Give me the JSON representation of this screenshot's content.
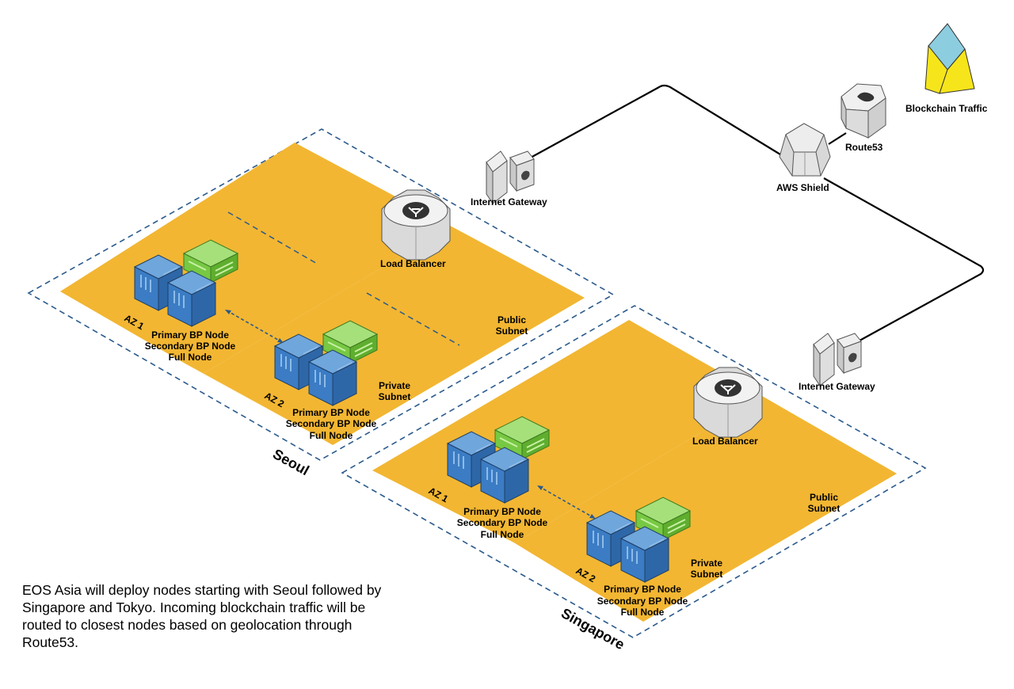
{
  "legend": {
    "label": "Blockchain Traffic"
  },
  "edge": {
    "route53": "Route53",
    "shield": "AWS Shield",
    "igw_seoul": "Internet Gateway",
    "igw_singapore": "Internet Gateway"
  },
  "regions": [
    {
      "name": "Seoul",
      "load_balancer": "Load Balancer",
      "public_subnet": [
        "Public",
        "Subnet"
      ],
      "private_subnet": [
        "Private",
        "Subnet"
      ],
      "az1": {
        "label": "AZ 1",
        "nodes": [
          "Primary BP Node",
          "Secondary BP Node",
          "Full Node"
        ]
      },
      "az2": {
        "label": "AZ 2",
        "nodes": [
          "Primary BP Node",
          "Secondary BP Node",
          "Full Node"
        ]
      }
    },
    {
      "name": "Singapore",
      "load_balancer": "Load Balancer",
      "public_subnet": [
        "Public",
        "Subnet"
      ],
      "private_subnet": [
        "Private",
        "Subnet"
      ],
      "az1": {
        "label": "AZ 1",
        "nodes": [
          "Primary BP Node",
          "Secondary BP Node",
          "Full Node"
        ]
      },
      "az2": {
        "label": "AZ 2",
        "nodes": [
          "Primary BP Node",
          "Secondary BP Node",
          "Full Node"
        ]
      }
    }
  ],
  "caption": "EOS Asia will deploy nodes starting with Seoul followed by Singapore and Tokyo. Incoming blockchain traffic will be routed to closest nodes based on geolocation through Route53.",
  "colors": {
    "subnet": "#F2B632",
    "node_blue": "#3B7CC4",
    "node_green": "#77C843",
    "boundary": "#2B5A8C",
    "legend_blue": "#8CCDE0",
    "legend_yellow": "#F7E51B"
  }
}
